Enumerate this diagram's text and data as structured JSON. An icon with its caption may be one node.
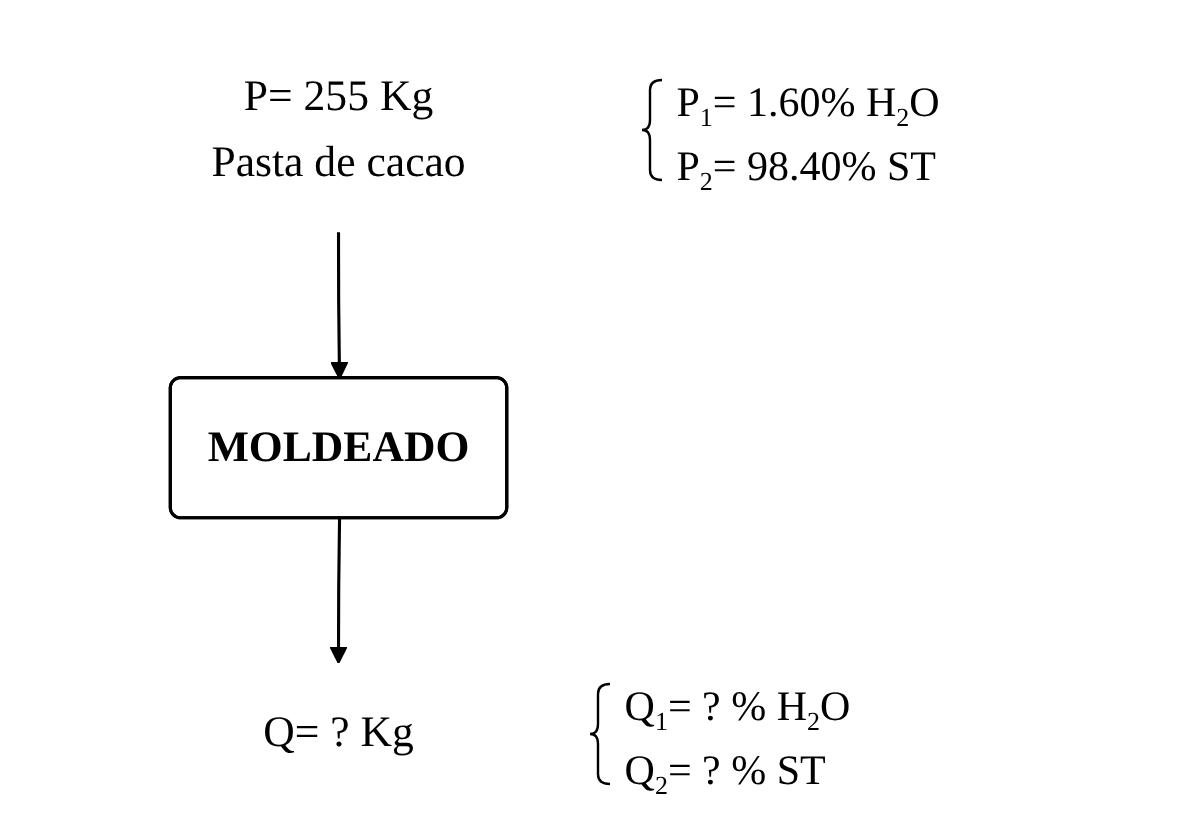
{
  "diagram": {
    "nodes": [
      {
        "text": [
          "P= 255 Kg",
          "Pasta de cacao"
        ],
        "beside": [
          "P$_{1}$= 1.60% H$_{2}$O",
          "P$_{2}$= 98.40% ST"
        ]
      },
      {
        "text": [
          "MOLDEADO"
        ]
      },
      {
        "text": [
          "Q= ? Kg"
        ],
        "beside": [
          "Q$_{1}$= ? % H$_{2}$O",
          "Q$_{2}$= ? % ST"
        ]
      }
    ],
    "edges": [
      {
        "from": 0,
        "to": 1,
        "arrow": "to"
      },
      {
        "from": 1,
        "to": 2,
        "arrow": "to"
      }
    ]
  }
}
